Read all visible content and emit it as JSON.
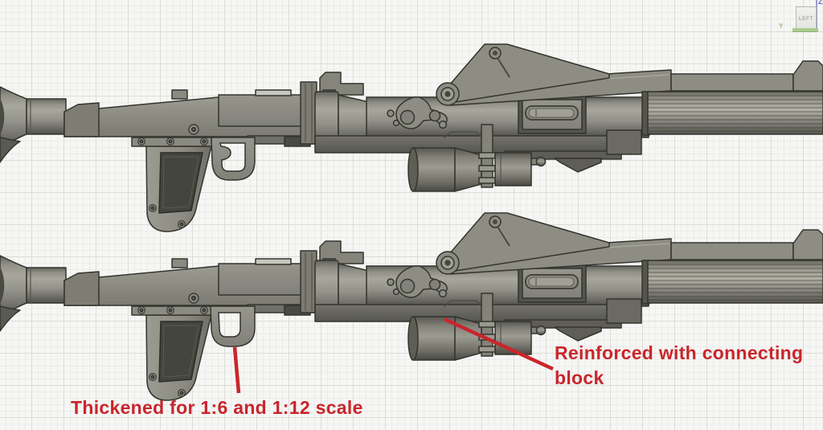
{
  "viewcube": {
    "face_label": "LEFT",
    "z_axis_label": "Z",
    "y_axis_label": "Y"
  },
  "annotations": {
    "thickened": {
      "text": "Thickened for 1:6 and 1:12 scale"
    },
    "reinforced": {
      "lines": [
        "Reinforced with connecting",
        "block"
      ]
    }
  },
  "colors": {
    "annotation_red": "#c9252b",
    "viewcube_z_blue": "#9a9ad2",
    "viewcube_ground_green": "#aacb90",
    "model_gray": "#8e8e85",
    "background": "#f6f6f4"
  }
}
